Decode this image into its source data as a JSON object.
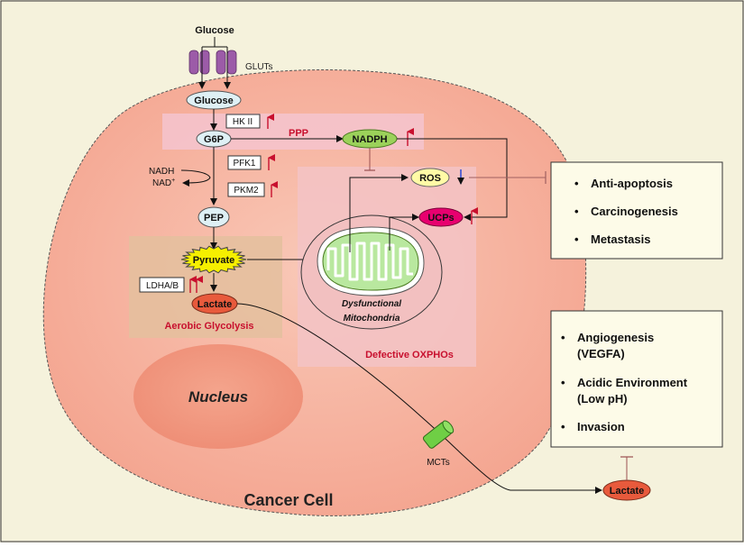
{
  "top": {
    "glucose_ext": "Glucose",
    "gluts": "GLUTs"
  },
  "pathway": {
    "glucose_int": "Glucose",
    "hk2": "HK II",
    "g6p": "G6P",
    "ppp": "PPP",
    "nadph": "NADPH",
    "nadh": "NADH",
    "nad": "NAD",
    "nad_sup": "+",
    "pfk1": "PFK1",
    "pkm2": "PKM2",
    "pep": "PEP",
    "pyruvate": "Pyruvate",
    "ldha": "LDHA/B",
    "lactate": "Lactate",
    "aerobic_glycolysis": "Aerobic Glycolysis"
  },
  "mito": {
    "ros": "ROS",
    "ucps": "UCPs",
    "label_line1": "Dysfunctional",
    "label_line2": "Mitochondria",
    "defective_oxphos": "Defective OXPHOs"
  },
  "cell": {
    "nucleus": "Nucleus",
    "cancer_cell": "Cancer Cell",
    "mcts": "MCTs",
    "lactate_ext": "Lactate"
  },
  "effects_top": [
    "Anti-apoptosis",
    "Carcinogenesis",
    "Metastasis"
  ],
  "effects_bottom": [
    "Angiogenesis",
    "(VEGFA)",
    "Acidic Environment",
    "(Low pH)",
    "Invasion"
  ],
  "colors": {
    "background": "#f5f2dc",
    "cell": "#f7b5a3",
    "ppp_band": "#f5c3cc",
    "glycolysis_box": "#e4c09e",
    "oxphos_box": "#f3c3c6",
    "nadph": "#9bd15a",
    "ros": "#fffaa6",
    "ucps": "#e8006f",
    "pyruvate": "#f6ef00",
    "lactate": "#e85a3c",
    "label_red": "#c8102e",
    "up_arrow": "#c8102e",
    "down_arrow": "#1f3fd8",
    "transporter": "#9c5ba8",
    "mct": "#6fcf45"
  }
}
